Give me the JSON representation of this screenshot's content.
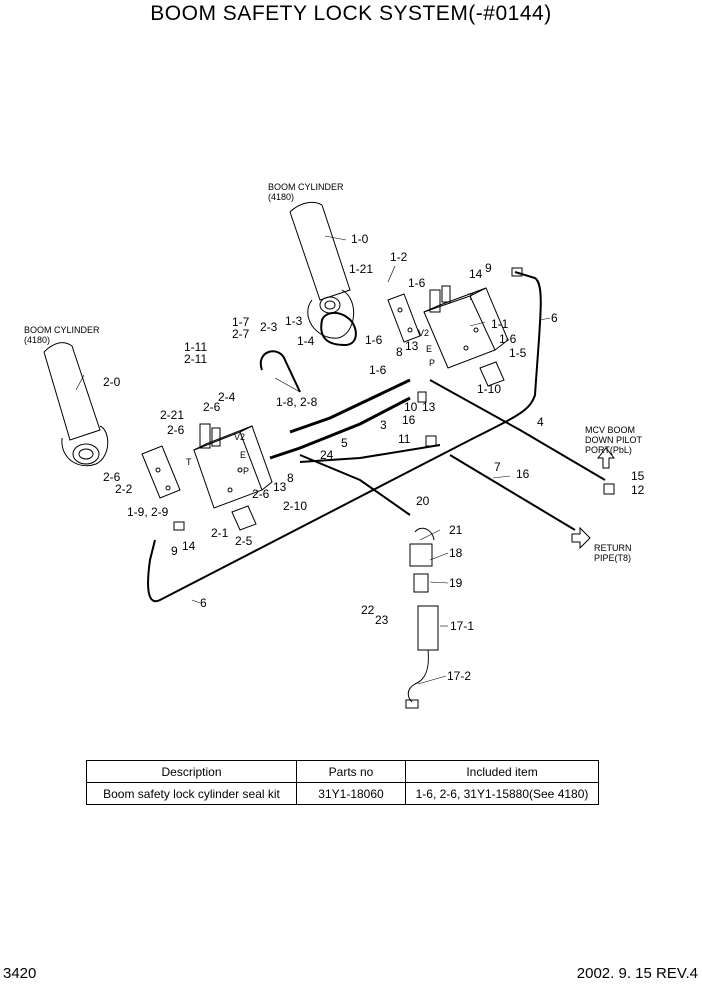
{
  "title": "BOOM SAFETY LOCK SYSTEM(-#0144)",
  "callouts": {
    "boom_cyl_r": "BOOM CYLINDER",
    "boom_cyl_r_no": "(4180)",
    "boom_cyl_l": "BOOM CYLINDER",
    "boom_cyl_l_no": "(4180)",
    "mcv_1": "MCV BOOM",
    "mcv_2": "DOWN PILOT",
    "mcv_3": "PORT(PbL)",
    "ret_1": "RETURN",
    "ret_2": "PIPE(T8)"
  },
  "part_labels": [
    {
      "id": "1-0",
      "text": "1-0"
    },
    {
      "id": "1-21",
      "text": "1-21"
    },
    {
      "id": "1-2",
      "text": "1-2"
    },
    {
      "id": "14a",
      "text": "14"
    },
    {
      "id": "9a",
      "text": "9"
    },
    {
      "id": "1-6a",
      "text": "1-6"
    },
    {
      "id": "6a",
      "text": "6"
    },
    {
      "id": "1-3",
      "text": "1-3"
    },
    {
      "id": "1-1",
      "text": "1-1"
    },
    {
      "id": "1-6b",
      "text": "1-6"
    },
    {
      "id": "1-4",
      "text": "1-4"
    },
    {
      "id": "1-6c",
      "text": "1-6"
    },
    {
      "id": "8a",
      "text": "8"
    },
    {
      "id": "13a",
      "text": "13"
    },
    {
      "id": "1-6d",
      "text": "1-6"
    },
    {
      "id": "1-5",
      "text": "1-5"
    },
    {
      "id": "1-10",
      "text": "1-10"
    },
    {
      "id": "1-7",
      "text": "1-7"
    },
    {
      "id": "2-7",
      "text": "2-7"
    },
    {
      "id": "2-3",
      "text": "2-3"
    },
    {
      "id": "1-11",
      "text": "1-11"
    },
    {
      "id": "2-11",
      "text": "2-11"
    },
    {
      "id": "2-0",
      "text": "2-0"
    },
    {
      "id": "2-4",
      "text": "2-4"
    },
    {
      "id": "1-8",
      "text": "1-8, 2-8"
    },
    {
      "id": "2-6a",
      "text": "2-6"
    },
    {
      "id": "10",
      "text": "10"
    },
    {
      "id": "13b",
      "text": "13"
    },
    {
      "id": "16a",
      "text": "16"
    },
    {
      "id": "2-21",
      "text": "2-21"
    },
    {
      "id": "2-6b",
      "text": "2-6"
    },
    {
      "id": "3",
      "text": "3"
    },
    {
      "id": "4",
      "text": "4"
    },
    {
      "id": "11",
      "text": "11"
    },
    {
      "id": "5",
      "text": "5"
    },
    {
      "id": "24",
      "text": "24"
    },
    {
      "id": "2-6c",
      "text": "2-6"
    },
    {
      "id": "2-2",
      "text": "2-2"
    },
    {
      "id": "13c",
      "text": "13"
    },
    {
      "id": "8b",
      "text": "8"
    },
    {
      "id": "7",
      "text": "7"
    },
    {
      "id": "16b",
      "text": "16"
    },
    {
      "id": "15",
      "text": "15"
    },
    {
      "id": "12",
      "text": "12"
    },
    {
      "id": "2-6d",
      "text": "2-6"
    },
    {
      "id": "2-10",
      "text": "2-10"
    },
    {
      "id": "20",
      "text": "20"
    },
    {
      "id": "1-9",
      "text": "1-9, 2-9"
    },
    {
      "id": "2-1",
      "text": "2-1"
    },
    {
      "id": "21",
      "text": "21"
    },
    {
      "id": "2-5",
      "text": "2-5"
    },
    {
      "id": "9b",
      "text": "9"
    },
    {
      "id": "14b",
      "text": "14"
    },
    {
      "id": "18",
      "text": "18"
    },
    {
      "id": "19",
      "text": "19"
    },
    {
      "id": "6b",
      "text": "6"
    },
    {
      "id": "22",
      "text": "22"
    },
    {
      "id": "23",
      "text": "23"
    },
    {
      "id": "17-1",
      "text": "17-1"
    },
    {
      "id": "17-2",
      "text": "17-2"
    }
  ],
  "port_marks": {
    "t1": "T",
    "v2a": "V2",
    "ea": "E",
    "pa": "P",
    "t2": "T",
    "v2b": "V2",
    "eb": "E",
    "pb": "P"
  },
  "kit_table": {
    "headers": [
      "Description",
      "Parts no",
      "Included item"
    ],
    "row": [
      "Boom safety lock cylinder seal kit",
      "31Y1-18060",
      "1-6, 2-6, 31Y1-15880(See 4180)"
    ]
  },
  "footer": {
    "page": "3420",
    "date": "2002. 9. 15  REV.4"
  }
}
